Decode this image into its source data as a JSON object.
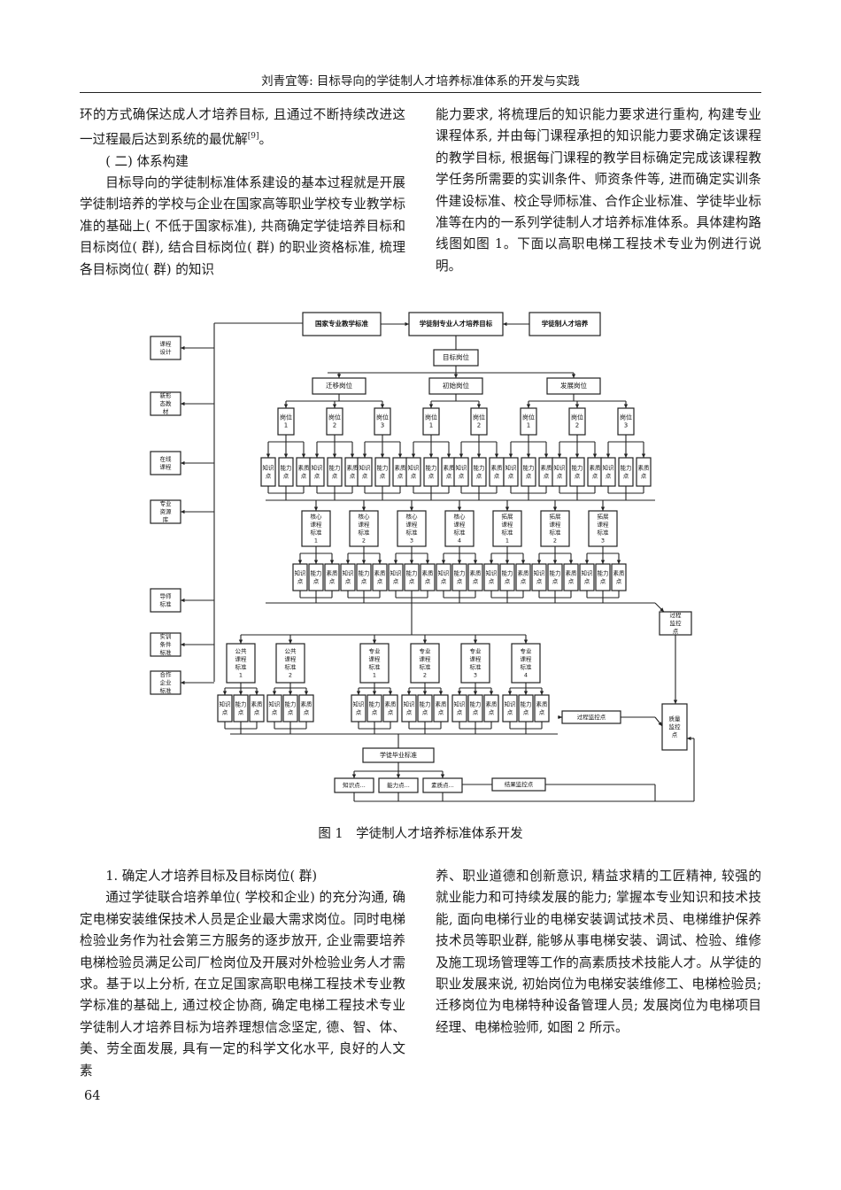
{
  "header": {
    "running_title": "刘青宜等: 目标导向的学徒制人才培养标准体系的开发与实践"
  },
  "column_left_top": {
    "p1": "环的方式确保达成人才培养目标, 且通过不断持续改进这一过程最后达到系统的最优解",
    "p1_cite": "[9]",
    "p1_end": "。",
    "heading": "( 二) 体系构建",
    "p2": "目标导向的学徒制标准体系建设的基本过程就是开展学徒制培养的学校与企业在国家高等职业学校专业教学标准的基础上( 不低于国家标准), 共商确定学徒培养目标和目标岗位( 群), 结合目标岗位( 群) 的职业资格标准, 梳理各目标岗位( 群) 的知识"
  },
  "column_right_top": {
    "p1": "能力要求, 将梳理后的知识能力要求进行重构, 构建专业课程体系, 并由每门课程承担的知识能力要求确定该课程的教学目标, 根据每门课程的教学目标确定完成该课程教学任务所需要的实训条件、师资条件等, 进而确定实训条件建设标准、校企导师标准、合作企业标准、学徒毕业标准等在内的一系列学徒制人才培养标准体系。具体建构路线图如图 1。下面以高职电梯工程技术专业为例进行说明。"
  },
  "figure": {
    "caption": "图 1　学徒制人才培养标准体系开发",
    "top_left": "国家专业教学标准",
    "top_center": "学徒制专业人才培养目标",
    "top_right": "学徒制人才培养",
    "target_post": "目标岗位",
    "post_groups": [
      "迁移岗位",
      "初始岗位",
      "发展岗位"
    ],
    "post_labels": [
      "岗位1",
      "岗位2",
      "岗位3",
      "岗位1",
      "岗位2",
      "岗位1",
      "岗位2",
      "岗位3"
    ],
    "point_labels": [
      "知识点",
      "能力点",
      "素质点"
    ],
    "core_courses": [
      "核心课程标准1",
      "核心课程标准2",
      "核心课程标准3",
      "核心课程标准4",
      "拓展课程标准1",
      "拓展课程标准2",
      "拓展课程标准3"
    ],
    "public_courses": [
      "公共课程标准1",
      "公共课程标准2"
    ],
    "major_courses": [
      "专业课程标准1",
      "专业课程标准2",
      "专业课程标准3",
      "专业课程标准4"
    ],
    "left_boxes": [
      "课程设计",
      "新形态教材",
      "在线课程",
      "专业资源库",
      "导师标准",
      "实训条件标准",
      "合作企业标准"
    ],
    "process_monitor": "过程监控点",
    "quality_monitor": "质量监控点",
    "graduation_standard": "学徒毕业标准",
    "final_points": [
      "知识点...",
      "能力点...",
      "素质点..."
    ],
    "result_monitor": "结果监控点"
  },
  "section": {
    "heading": "1. 确定人才培养目标及目标岗位( 群)",
    "p1": "通过学徒联合培养单位( 学校和企业) 的充分沟通, 确定电梯安装维保技术人员是企业最大需求岗位。同时电梯检验业务作为社会第三方服务的逐步放开, 企业需要培养电梯检验员满足公司厂检岗位及开展对外检验业务人才需求。基于以上分析, 在立足国家高职电梯工程技术专业教学标准的基础上, 通过校企协商, 确定电梯工程技术专业学徒制人才培养目标为培养理想信念坚定, 德、智、体、美、劳全面发展, 具有一定的科学文化水平, 良好的人文素",
    "p2": "养、职业道德和创新意识, 精益求精的工匠精神, 较强的就业能力和可持续发展的能力; 掌握本专业知识和技术技能, 面向电梯行业的电梯安装调试技术员、电梯维护保养技术员等职业群, 能够从事电梯安装、调试、检验、维修及施工现场管理等工作的高素质技术技能人才。从学徒的职业发展来说, 初始岗位为电梯安装维修工、电梯检验员; 迁移岗位为电梯特种设备管理人员; 发展岗位为电梯项目经理、电梯检验师, 如图 2 所示。"
  },
  "page_number": "64"
}
